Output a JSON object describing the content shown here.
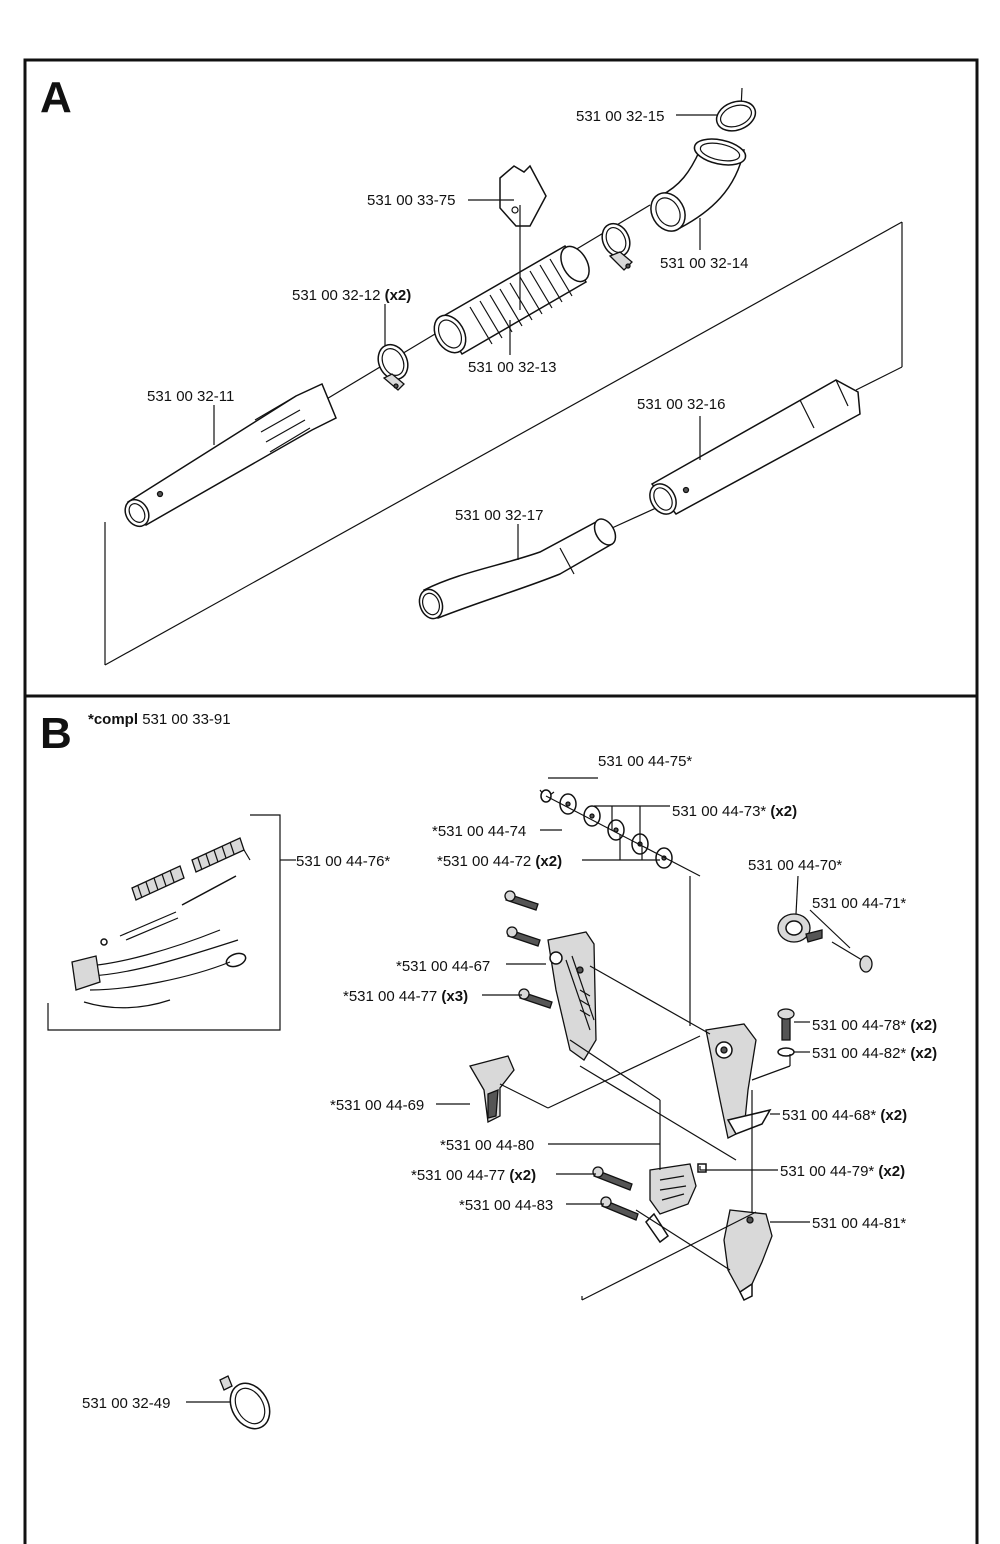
{
  "sections": {
    "a": {
      "letter": "A"
    },
    "b": {
      "letter": "B",
      "note_bold": "*compl",
      "note_text": "531 00 33-91"
    }
  },
  "labels": {
    "p_32_15": "531 00 32-15",
    "p_33_75": "531 00 33-75",
    "p_32_14": "531 00 32-14",
    "p_32_12": "531 00 32-12",
    "p_32_12_qty": "(x2)",
    "p_32_13": "531 00 32-13",
    "p_32_11": "531 00 32-11",
    "p_32_16": "531 00 32-16",
    "p_32_17": "531 00 32-17",
    "p_44_75": "531 00 44-75*",
    "p_44_73": "531 00 44-73*",
    "p_44_73_qty": "(x2)",
    "p_44_74": "*531 00 44-74",
    "p_44_72": "*531 00 44-72",
    "p_44_72_qty": "(x2)",
    "p_44_76": "531 00 44-76*",
    "p_44_70": "531 00 44-70*",
    "p_44_71": "531 00 44-71*",
    "p_44_67": "*531 00 44-67",
    "p_44_77a": "*531 00 44-77",
    "p_44_77a_qty": "(x3)",
    "p_44_78": "531 00 44-78*",
    "p_44_78_qty": "(x2)",
    "p_44_82": "531 00 44-82*",
    "p_44_82_qty": "(x2)",
    "p_44_69": "*531 00 44-69",
    "p_44_68": "531 00 44-68*",
    "p_44_68_qty": "(x2)",
    "p_44_80": "*531 00 44-80",
    "p_44_77b": "*531 00 44-77",
    "p_44_77b_qty": "(x2)",
    "p_44_79": "531 00 44-79*",
    "p_44_79_qty": "(x2)",
    "p_44_83": "*531 00 44-83",
    "p_44_81": "531 00 44-81*",
    "p_32_49": "531 00 32-49"
  }
}
